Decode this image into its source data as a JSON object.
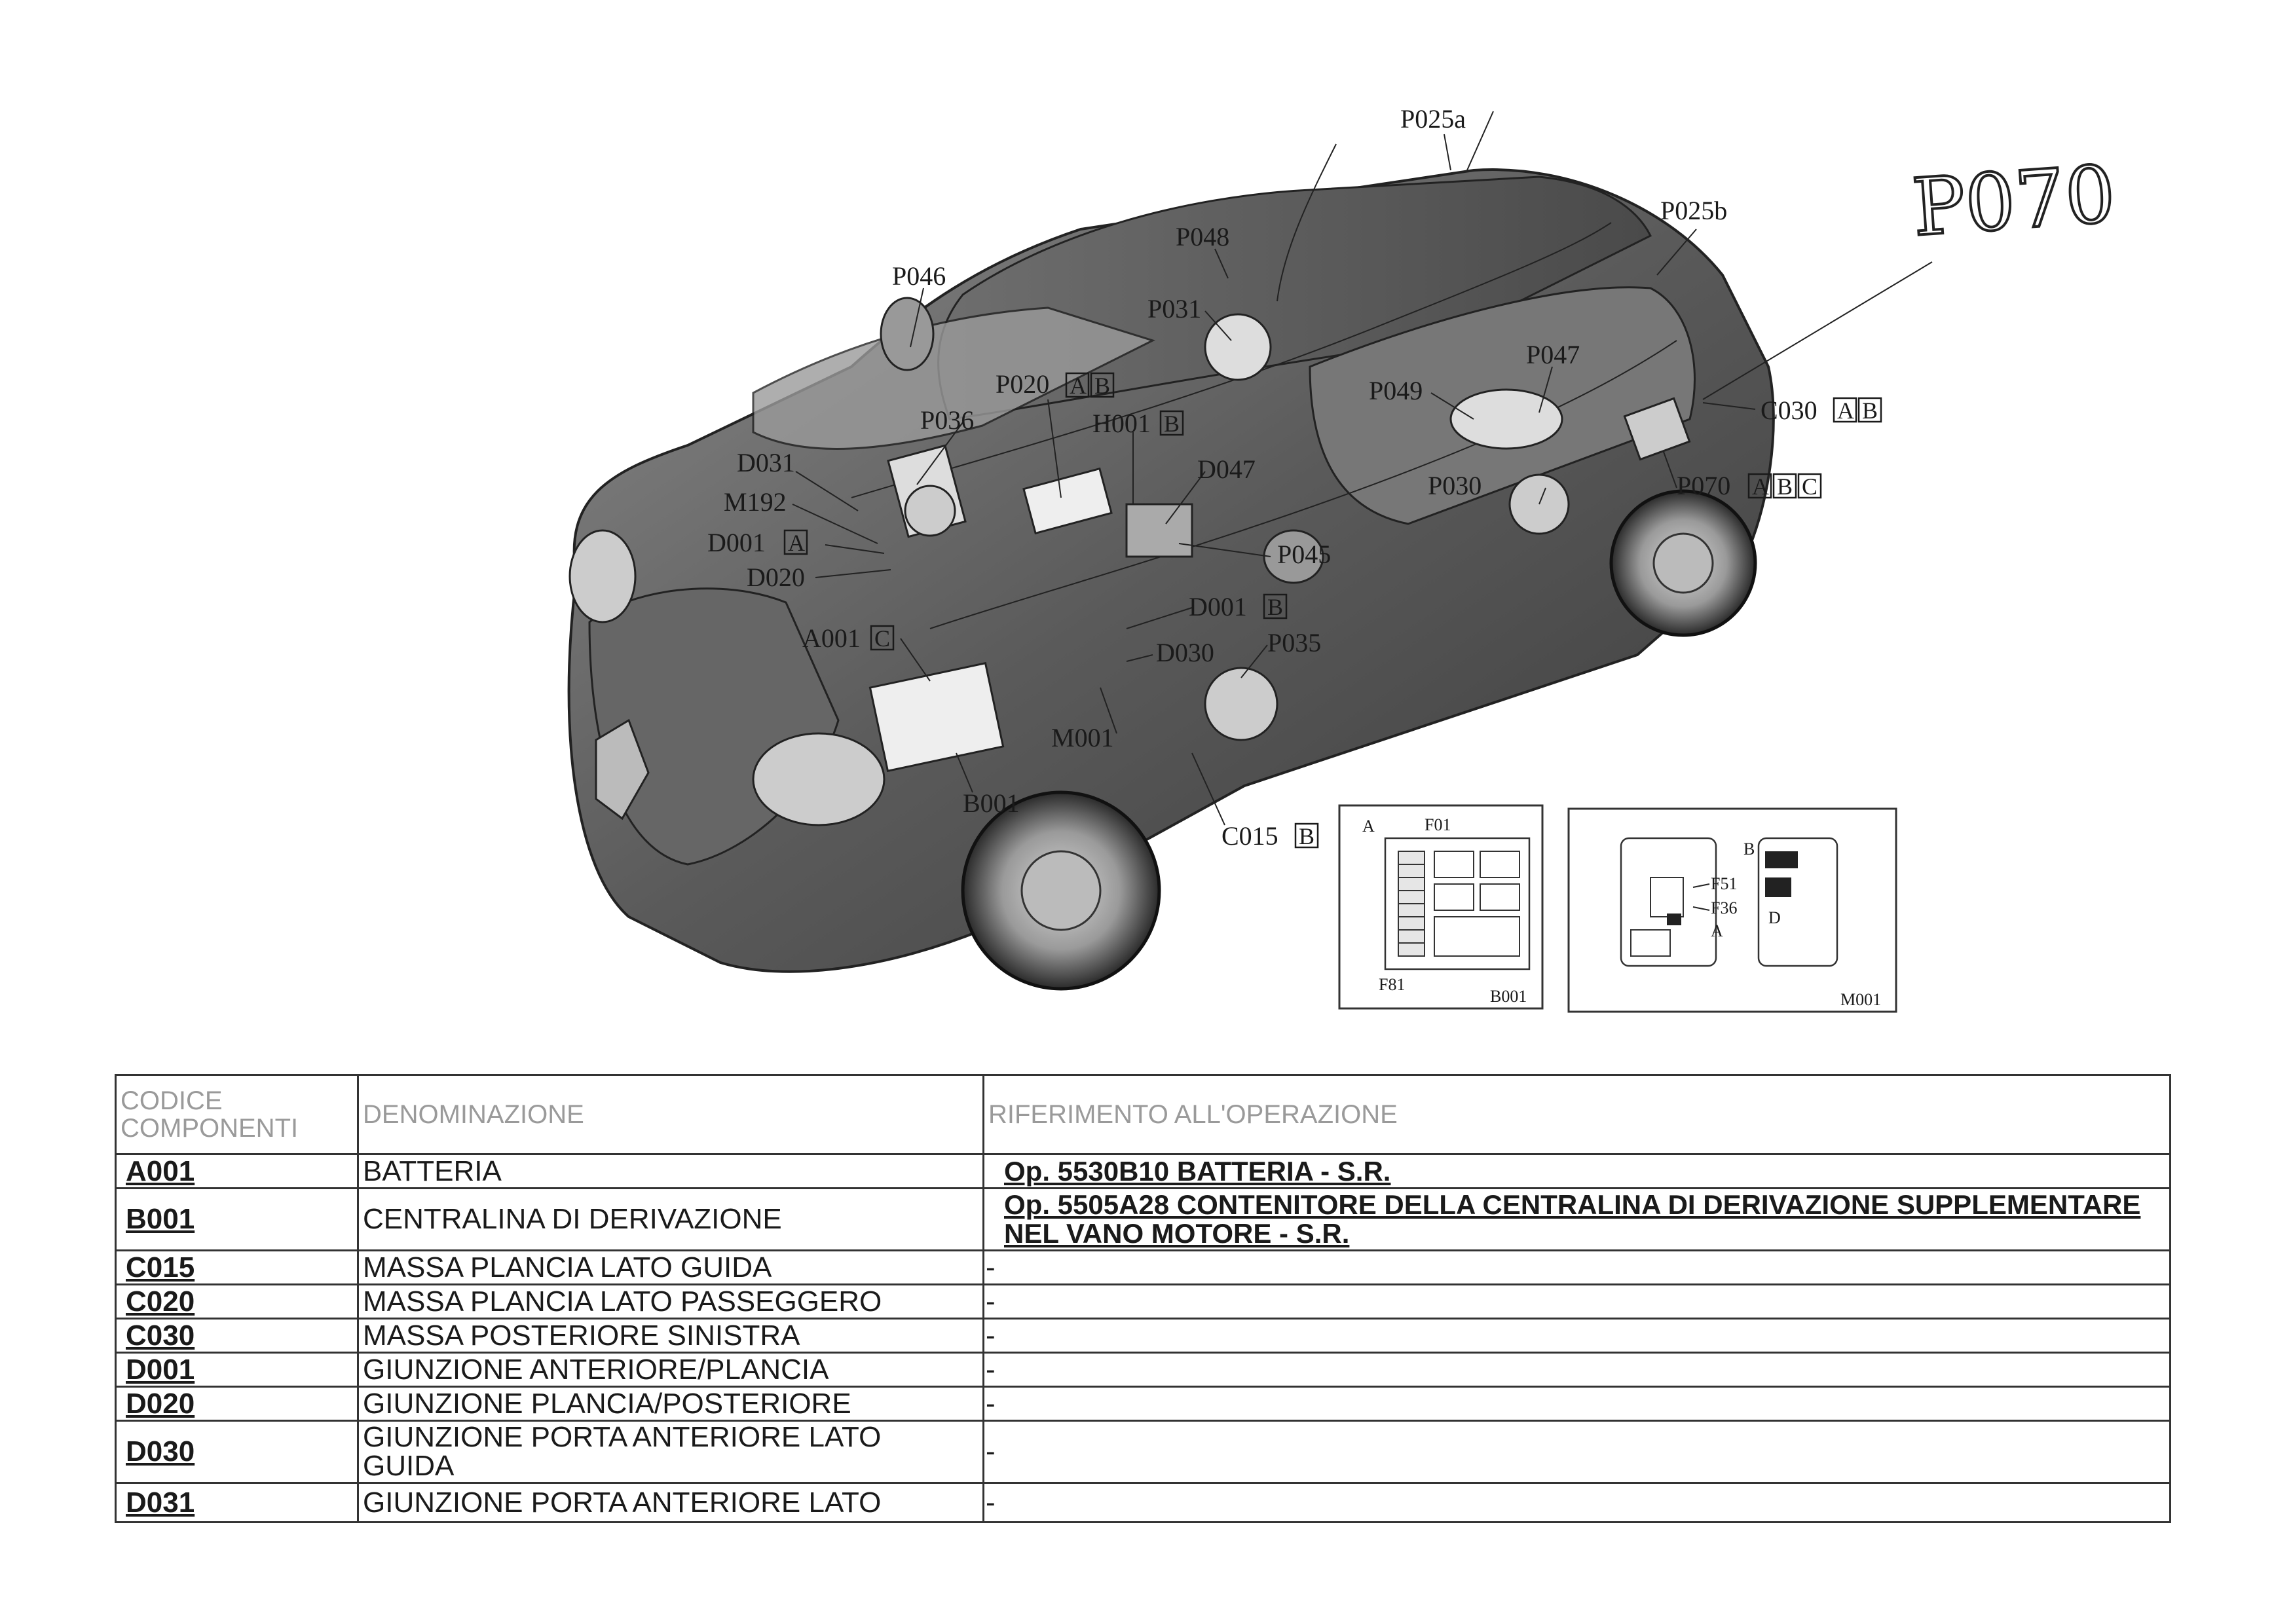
{
  "diagram": {
    "labels": {
      "P025a": "P025a",
      "P025b": "P025b",
      "P048": "P048",
      "P046": "P046",
      "P031": "P031",
      "P047": "P047",
      "P049": "P049",
      "P020": "P020",
      "P036": "P036",
      "H001": "H001",
      "C030": "C030",
      "D031": "D031",
      "D047": "D047",
      "M192": "M192",
      "P030": "P030",
      "P070": "P070",
      "D001a": "D001",
      "P045": "P045",
      "D020": "D020",
      "D001b": "D001",
      "A001": "A001",
      "D030": "D030",
      "P035": "P035",
      "M001": "M001",
      "B001": "B001",
      "C015": "C015"
    },
    "letters": {
      "A": "A",
      "B": "B",
      "C": "C"
    },
    "handwritten": "P070",
    "inset_b001": {
      "label_a": "A",
      "label_f01": "F01",
      "label_f81": "F81",
      "caption": "B001"
    },
    "inset_m001": {
      "label_b": "B",
      "label_f51": "F51",
      "label_f36": "F36",
      "label_a": "A",
      "label_d": "D",
      "caption": "M001"
    }
  },
  "table": {
    "headers": {
      "col1": "CODICE COMPONENTI",
      "col2": "DENOMINAZIONE",
      "col3": "RIFERIMENTO ALL'OPERAZIONE"
    },
    "rows": [
      {
        "code": "A001",
        "name": "BATTERIA",
        "ref": "Op. 5530B10 BATTERIA - S.R."
      },
      {
        "code": "B001",
        "name": "CENTRALINA DI DERIVAZIONE",
        "ref": "Op. 5505A28 CONTENITORE DELLA CENTRALINA DI DERIVAZIONE SUPPLEMENTARE NEL VANO MOTORE - S.R."
      },
      {
        "code": "C015",
        "name": "MASSA PLANCIA LATO GUIDA",
        "ref": "-"
      },
      {
        "code": "C020",
        "name": "MASSA PLANCIA LATO PASSEGGERO",
        "ref": "-"
      },
      {
        "code": "C030",
        "name": "MASSA POSTERIORE SINISTRA",
        "ref": "-"
      },
      {
        "code": "D001",
        "name": "GIUNZIONE ANTERIORE/PLANCIA",
        "ref": "-"
      },
      {
        "code": "D020",
        "name": "GIUNZIONE PLANCIA/POSTERIORE",
        "ref": "-"
      },
      {
        "code": "D030",
        "name": "GIUNZIONE PORTA ANTERIORE LATO GUIDA",
        "ref": "-"
      },
      {
        "code": "D031",
        "name": "GIUNZIONE PORTA ANTERIORE LATO",
        "ref": "-"
      }
    ]
  }
}
